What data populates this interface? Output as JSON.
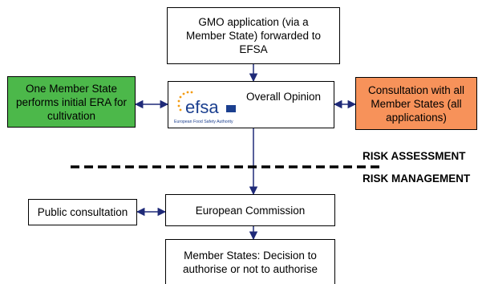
{
  "colors": {
    "connector": "#1f2a78",
    "green_box": "#4cb84a",
    "orange_box": "#f7925a",
    "logo_blue": "#1b3f8f",
    "logo_stars": "#f39c12",
    "dash": "#000000"
  },
  "boxes": {
    "application": "GMO application (via a\nMember State) forwarded to\nEFSA",
    "member_state_era": "One Member State\nperforms initial ERA for\ncultivation",
    "overall_opinion": "Overall Opinion",
    "consultation_all": "Consultation with all\nMember States (all\napplications)",
    "public_consultation": "Public consultation",
    "european_commission": "European Commission",
    "member_states_decision": "Member States: Decision to\nauthorise or not to authorise"
  },
  "logo": {
    "wordmark": "efsa",
    "tagline": "European Food Safety Authority",
    "icon": "efsa-logo-stars"
  },
  "labels": {
    "risk_assessment": "RISK ASSESSMENT",
    "risk_management": "RISK MANAGEMENT"
  }
}
